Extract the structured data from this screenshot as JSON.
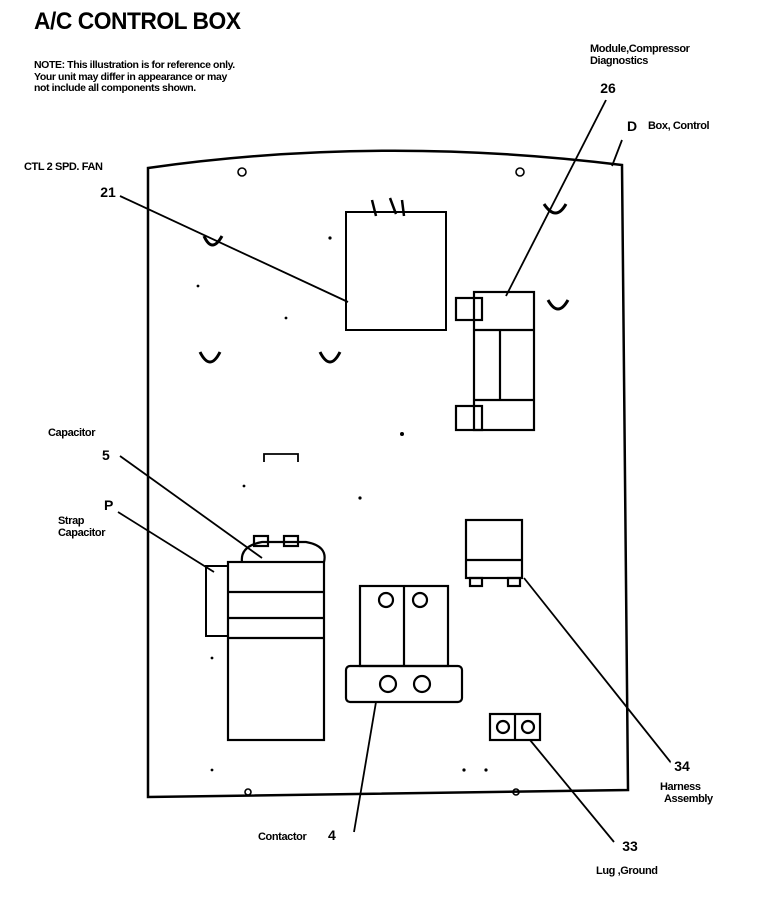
{
  "title": "A/C CONTROL BOX",
  "note": "NOTE: This illustration is for reference only. Your unit may differ in appearance or may not include all components shown.",
  "callouts": {
    "module_compressor": {
      "number": "26",
      "label_line1": "Module,Compressor",
      "label_line2": "Diagnostics"
    },
    "box_control": {
      "number": "D",
      "label": "Box, Control"
    },
    "fan_control": {
      "number": "21",
      "label": "CTL 2 SPD. FAN"
    },
    "capacitor": {
      "number": "5",
      "label": "Capacitor"
    },
    "strap_capacitor": {
      "number": "P",
      "label_line1": "Strap",
      "label_line2": "Capacitor"
    },
    "harness": {
      "number": "34",
      "label_line1": "Harness",
      "label_line2": "Assembly"
    },
    "contactor": {
      "number": "4",
      "label": "Contactor"
    },
    "lug_ground": {
      "number": "33",
      "label": "Lug ,Ground"
    }
  }
}
